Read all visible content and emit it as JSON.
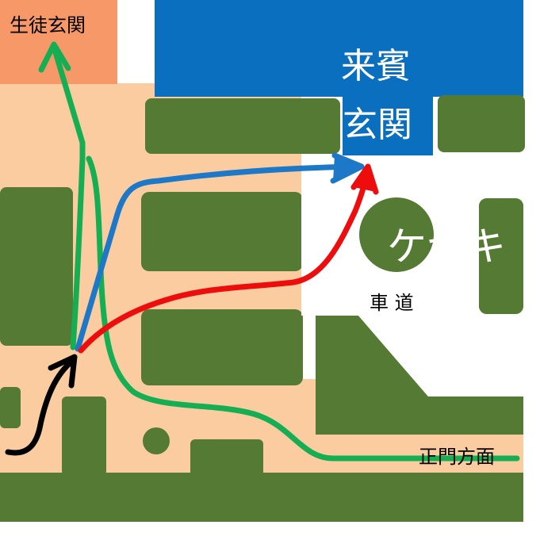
{
  "labels": {
    "student_entrance": "生徒玄関",
    "guest_entrance_line1": "来賓",
    "guest_entrance_line2": "玄関",
    "keyaki_tree": "ケヤキ",
    "roadway": "車 道",
    "main_gate_direction": "正門方面"
  },
  "colors": {
    "background": "#ffffff",
    "path_area": "#fbcca0",
    "green_area": "#547a34",
    "student_entrance": "#f79868",
    "guest_entrance": "#0b6fc0",
    "route_green": "#16ae52",
    "route_blue": "#1e78c8",
    "route_red": "#ee0d0d",
    "route_black": "#000000"
  },
  "legend_routes": [
    "route_black",
    "route_green",
    "route_blue",
    "route_red"
  ]
}
